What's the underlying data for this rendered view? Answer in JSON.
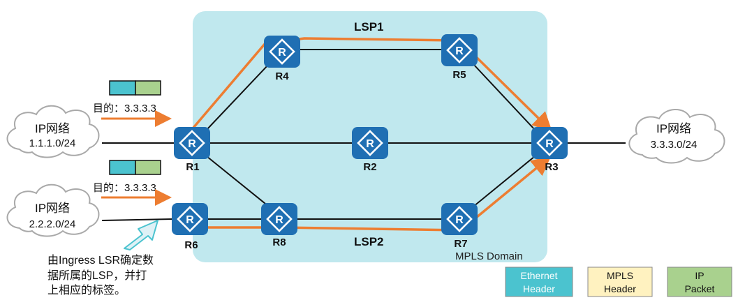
{
  "domain_label": "MPLS Domain",
  "lsps": {
    "lsp1": "LSP1",
    "lsp2": "LSP2"
  },
  "colors": {
    "domain_fill": "#c0e8ee",
    "router": "#1f6fb3",
    "router_dark": "#174f86",
    "lsp_path": "#ed7d31",
    "link": "#111111",
    "cloud_stroke": "#a9a9a9",
    "ethernet": "#4bc3cf",
    "mpls": "#fff2c0",
    "ip": "#a9d18e",
    "callout_fill": "#dff1f6",
    "callout_stroke": "#4bc3cf"
  },
  "routers": {
    "r1": "R1",
    "r2": "R2",
    "r3": "R3",
    "r4": "R4",
    "r5": "R5",
    "r6": "R6",
    "r7": "R7",
    "r8": "R8",
    "symbol": "R"
  },
  "clouds": {
    "left_top": {
      "title": "IP网络",
      "subnet": "1.1.1.0/24"
    },
    "left_bottom": {
      "title": "IP网络",
      "subnet": "2.2.2.0/24"
    },
    "right": {
      "title": "IP网络",
      "subnet": "3.3.3.0/24"
    }
  },
  "packets": {
    "top": {
      "dest": "目的：3.3.3.3"
    },
    "bottom": {
      "dest": "目的：3.3.3.3"
    }
  },
  "callout": {
    "line1": "由Ingress LSR确定数",
    "line2": "据所属的LSP，并打",
    "line3": "上相应的标签。"
  },
  "legend": {
    "ethernet": {
      "line1": "Ethernet",
      "line2": "Header"
    },
    "mpls": {
      "line1": "MPLS",
      "line2": "Header"
    },
    "ip": {
      "line1": "IP",
      "line2": "Packet"
    }
  }
}
